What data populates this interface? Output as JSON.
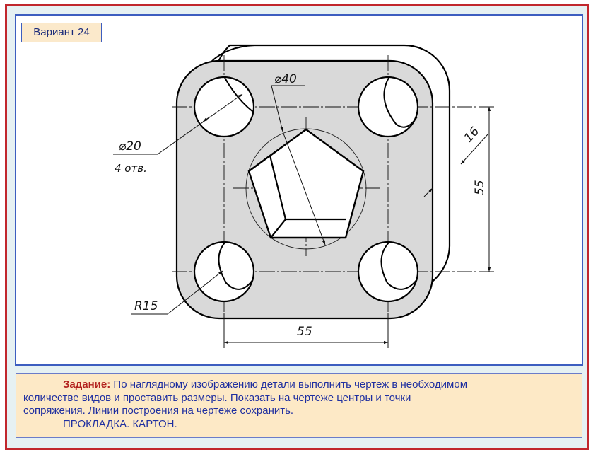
{
  "variant": "Вариант 24",
  "task": {
    "label": "Задание:",
    "line1": "По наглядному изображению детали выполнить чертеж в необходимом",
    "line2": "количестве видов и проставить размеры. Показать на чертеже центры и точки",
    "line3": "сопряжения. Линии построения на чертеже сохранить.",
    "line4": "ПРОКЛАДКА. КАРТОН."
  },
  "dimensions": {
    "phi40": "⌀40",
    "phi20": "⌀20",
    "holes": "4 отв.",
    "r15": "R15",
    "w55": "55",
    "h55": "55",
    "t16": "16"
  },
  "colors": {
    "frame": "#c1272d",
    "panel_border": "#3d5ec0",
    "part_fill": "#d9d9d9",
    "task_bg": "#fde9c6",
    "task_text": "#1f2fa0",
    "task_label": "#b3231f"
  }
}
